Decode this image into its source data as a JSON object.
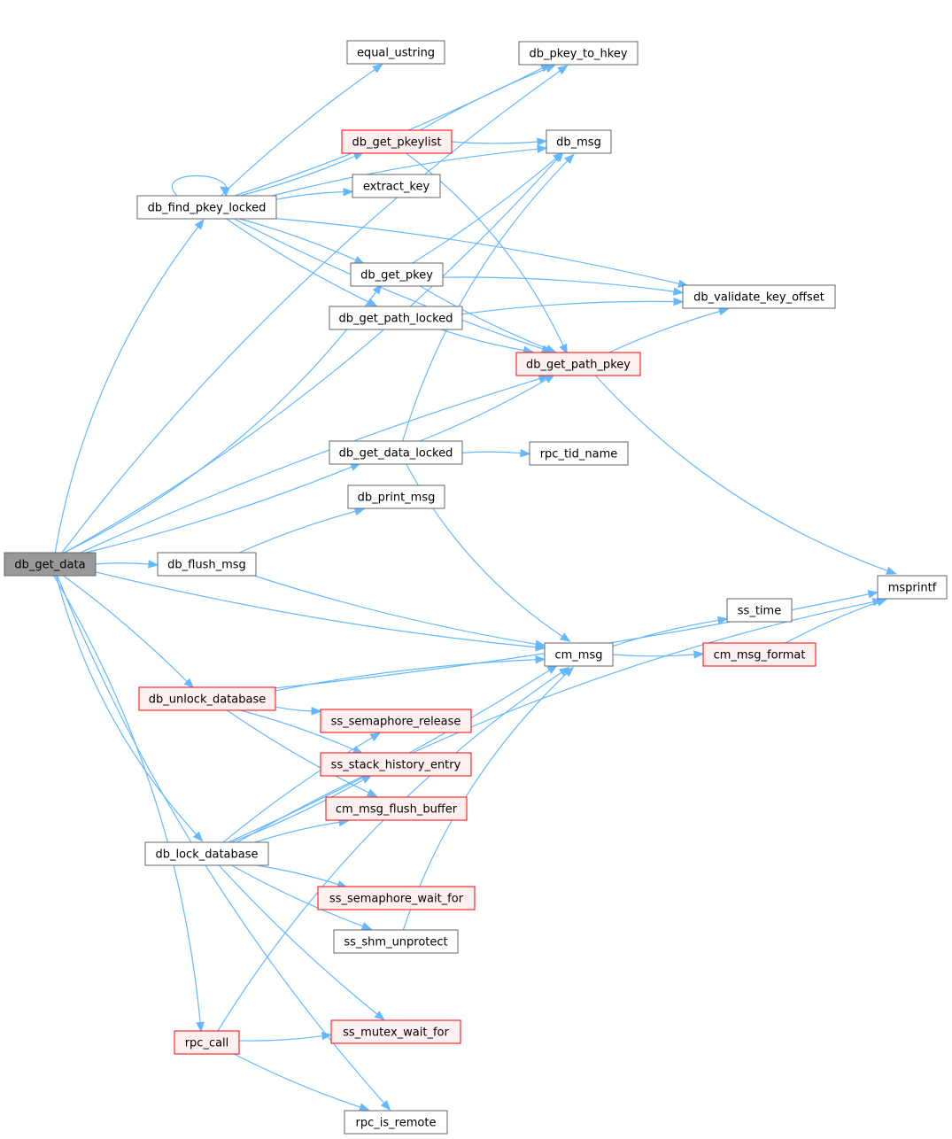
{
  "title": "db_get_data call graph",
  "colors": {
    "edge": "#63b8ff",
    "root_fill": "#999999",
    "root_stroke": "#666666",
    "node_fill": "#ffffff",
    "node_stroke": "#666666",
    "red_fill": "#fff0f0",
    "red_stroke": "#ff0000"
  },
  "nodes": [
    {
      "id": "db_get_data",
      "label": "db_get_data",
      "style": "root"
    },
    {
      "id": "db_flush_msg",
      "label": "db_flush_msg",
      "style": "normal"
    },
    {
      "id": "db_find_pkey_locked",
      "label": "db_find_pkey_locked",
      "style": "normal"
    },
    {
      "id": "equal_ustring",
      "label": "equal_ustring",
      "style": "normal"
    },
    {
      "id": "db_pkey_to_hkey",
      "label": "db_pkey_to_hkey",
      "style": "normal"
    },
    {
      "id": "db_get_pkeylist",
      "label": "db_get_pkeylist",
      "style": "red"
    },
    {
      "id": "db_msg",
      "label": "db_msg",
      "style": "normal"
    },
    {
      "id": "extract_key",
      "label": "extract_key",
      "style": "normal"
    },
    {
      "id": "db_get_pkey",
      "label": "db_get_pkey",
      "style": "normal"
    },
    {
      "id": "db_validate_key_offset",
      "label": "db_validate_key_offset",
      "style": "normal"
    },
    {
      "id": "db_get_path_locked",
      "label": "db_get_path_locked",
      "style": "normal"
    },
    {
      "id": "db_get_path_pkey",
      "label": "db_get_path_pkey",
      "style": "red"
    },
    {
      "id": "db_get_data_locked",
      "label": "db_get_data_locked",
      "style": "normal"
    },
    {
      "id": "rpc_tid_name",
      "label": "rpc_tid_name",
      "style": "normal"
    },
    {
      "id": "db_print_msg",
      "label": "db_print_msg",
      "style": "normal"
    },
    {
      "id": "msprintf",
      "label": "msprintf",
      "style": "normal"
    },
    {
      "id": "ss_time",
      "label": "ss_time",
      "style": "normal"
    },
    {
      "id": "cm_msg",
      "label": "cm_msg",
      "style": "normal"
    },
    {
      "id": "cm_msg_format",
      "label": "cm_msg_format",
      "style": "red"
    },
    {
      "id": "db_unlock_database",
      "label": "db_unlock_database",
      "style": "red"
    },
    {
      "id": "ss_semaphore_release",
      "label": "ss_semaphore_release",
      "style": "red"
    },
    {
      "id": "ss_stack_history_entry",
      "label": "ss_stack_history_entry",
      "style": "red"
    },
    {
      "id": "cm_msg_flush_buffer",
      "label": "cm_msg_flush_buffer",
      "style": "red"
    },
    {
      "id": "db_lock_database",
      "label": "db_lock_database",
      "style": "normal"
    },
    {
      "id": "ss_semaphore_wait_for",
      "label": "ss_semaphore_wait_for",
      "style": "red"
    },
    {
      "id": "ss_shm_unprotect",
      "label": "ss_shm_unprotect",
      "style": "normal"
    },
    {
      "id": "ss_mutex_wait_for",
      "label": "ss_mutex_wait_for",
      "style": "red"
    },
    {
      "id": "rpc_call",
      "label": "rpc_call",
      "style": "red"
    },
    {
      "id": "rpc_is_remote",
      "label": "rpc_is_remote",
      "style": "normal"
    }
  ],
  "edges": [
    [
      "db_get_data",
      "db_find_pkey_locked"
    ],
    [
      "db_get_data",
      "db_msg"
    ],
    [
      "db_get_data",
      "db_pkey_to_hkey"
    ],
    [
      "db_get_data",
      "db_get_pkey"
    ],
    [
      "db_get_data",
      "db_get_path_pkey"
    ],
    [
      "db_get_data",
      "db_get_data_locked"
    ],
    [
      "db_get_data",
      "db_flush_msg"
    ],
    [
      "db_get_data",
      "cm_msg"
    ],
    [
      "db_get_data",
      "db_unlock_database"
    ],
    [
      "db_get_data",
      "db_lock_database"
    ],
    [
      "db_get_data",
      "rpc_call"
    ],
    [
      "db_get_data",
      "rpc_is_remote"
    ],
    [
      "db_find_pkey_locked",
      "equal_ustring"
    ],
    [
      "db_find_pkey_locked",
      "db_pkey_to_hkey"
    ],
    [
      "db_find_pkey_locked",
      "db_msg"
    ],
    [
      "db_find_pkey_locked",
      "db_get_pkeylist"
    ],
    [
      "db_find_pkey_locked",
      "extract_key"
    ],
    [
      "db_find_pkey_locked",
      "db_find_pkey_locked"
    ],
    [
      "db_find_pkey_locked",
      "db_get_pkey"
    ],
    [
      "db_find_pkey_locked",
      "db_get_path_locked"
    ],
    [
      "db_find_pkey_locked",
      "db_validate_key_offset"
    ],
    [
      "db_find_pkey_locked",
      "db_get_path_pkey"
    ],
    [
      "db_get_pkeylist",
      "db_pkey_to_hkey"
    ],
    [
      "db_get_pkeylist",
      "db_msg"
    ],
    [
      "db_get_pkeylist",
      "db_get_path_pkey"
    ],
    [
      "db_get_pkey",
      "db_msg"
    ],
    [
      "db_get_pkey",
      "db_validate_key_offset"
    ],
    [
      "db_get_pkey",
      "db_get_path_pkey"
    ],
    [
      "db_get_path_locked",
      "db_validate_key_offset"
    ],
    [
      "db_get_path_locked",
      "db_get_path_pkey"
    ],
    [
      "db_get_path_pkey",
      "db_validate_key_offset"
    ],
    [
      "db_get_path_pkey",
      "msprintf"
    ],
    [
      "db_get_data_locked",
      "db_msg"
    ],
    [
      "db_get_data_locked",
      "db_get_path_pkey"
    ],
    [
      "db_get_data_locked",
      "rpc_tid_name"
    ],
    [
      "db_get_data_locked",
      "cm_msg"
    ],
    [
      "db_flush_msg",
      "db_print_msg"
    ],
    [
      "db_flush_msg",
      "cm_msg"
    ],
    [
      "cm_msg",
      "ss_time"
    ],
    [
      "cm_msg",
      "cm_msg_format"
    ],
    [
      "cm_msg_format",
      "msprintf"
    ],
    [
      "db_unlock_database",
      "msprintf"
    ],
    [
      "db_unlock_database",
      "cm_msg"
    ],
    [
      "db_unlock_database",
      "ss_semaphore_release"
    ],
    [
      "db_unlock_database",
      "ss_stack_history_entry"
    ],
    [
      "db_unlock_database",
      "cm_msg_flush_buffer"
    ],
    [
      "db_lock_database",
      "ss_semaphore_release"
    ],
    [
      "db_lock_database",
      "ss_stack_history_entry"
    ],
    [
      "db_lock_database",
      "cm_msg_flush_buffer"
    ],
    [
      "db_lock_database",
      "cm_msg"
    ],
    [
      "db_lock_database",
      "ss_semaphore_wait_for"
    ],
    [
      "db_lock_database",
      "ss_shm_unprotect"
    ],
    [
      "db_lock_database",
      "msprintf"
    ],
    [
      "db_lock_database",
      "ss_mutex_wait_for"
    ],
    [
      "ss_shm_unprotect",
      "cm_msg"
    ],
    [
      "rpc_call",
      "ss_mutex_wait_for"
    ],
    [
      "rpc_call",
      "cm_msg"
    ],
    [
      "rpc_call",
      "rpc_is_remote"
    ]
  ]
}
